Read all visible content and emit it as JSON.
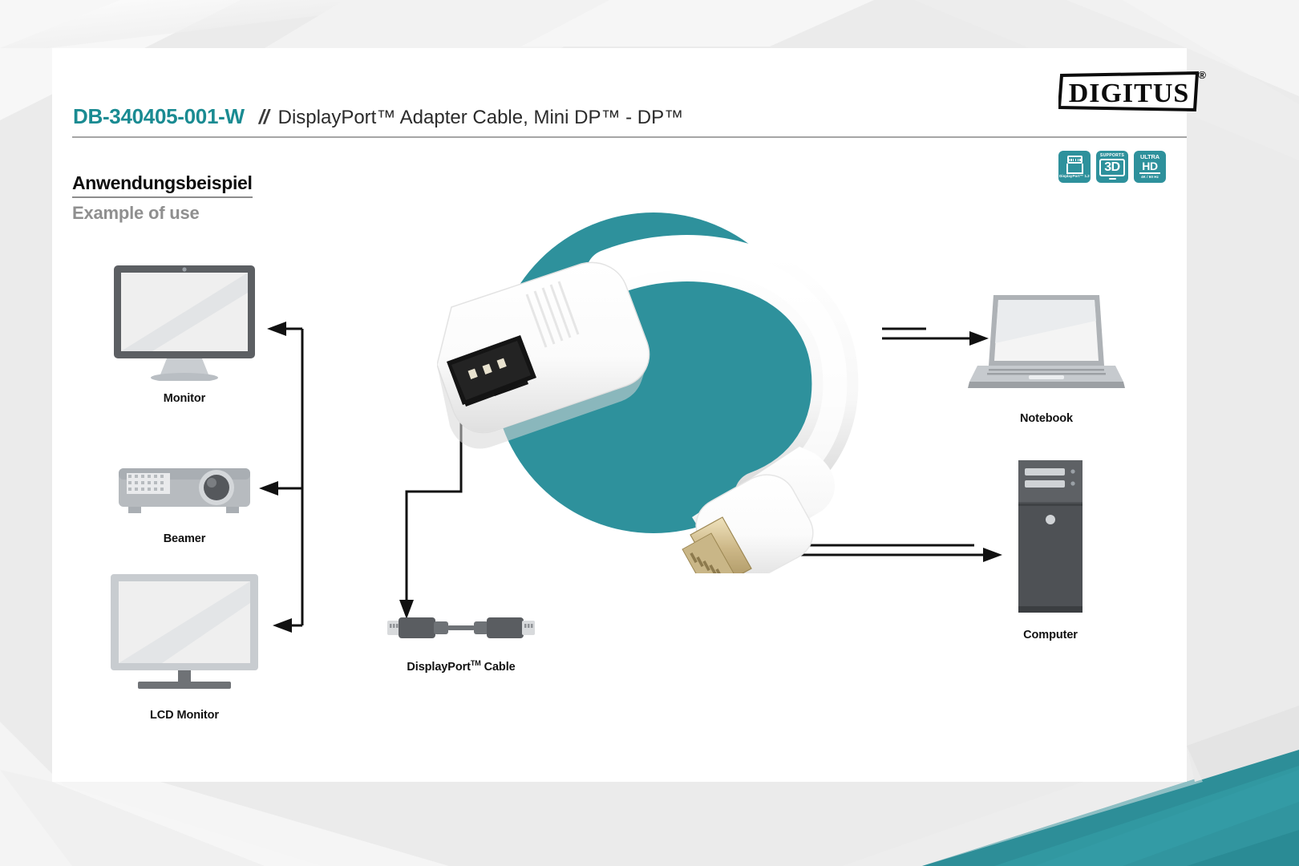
{
  "brand": {
    "logo_text": "DIGITUS",
    "registered_mark": "®"
  },
  "header": {
    "sku": "DB-340405-001-W",
    "separator": "//",
    "product_name": "DisplayPort™ Adapter Cable, Mini DP™ - DP™"
  },
  "badges": [
    {
      "name": "displayport-12-badge",
      "top_label": "",
      "main_label": "",
      "bottom_label": "DisplayPort™ 1.2"
    },
    {
      "name": "supports-3d-badge",
      "top_label": "SUPPORTS",
      "main_label": "3D",
      "bottom_label": ""
    },
    {
      "name": "ultra-hd-badge",
      "top_label": "ULTRA",
      "main_label": "HD",
      "bottom_label": "4K / 60 Hz"
    }
  ],
  "section": {
    "heading_de": "Anwendungsbeispiel",
    "heading_en": "Example of use"
  },
  "diagram": {
    "sources": [
      {
        "id": "monitor",
        "label": "Monitor"
      },
      {
        "id": "beamer",
        "label": "Beamer"
      },
      {
        "id": "lcd",
        "label": "LCD Monitor"
      }
    ],
    "accessory": {
      "id": "dp-cable",
      "label_main": "DisplayPort",
      "label_tm": "TM",
      "label_tail": " Cable"
    },
    "targets": [
      {
        "id": "notebook",
        "label": "Notebook"
      },
      {
        "id": "computer",
        "label": "Computer"
      }
    ]
  },
  "colors": {
    "brand_teal": "#1a8b92",
    "circle_teal": "#2e919c",
    "accent_wedge": "#2d949e",
    "page_bg": "#ebebeb",
    "rule_grey": "#a6a6a6",
    "subhead_grey": "#8f8f8f"
  }
}
